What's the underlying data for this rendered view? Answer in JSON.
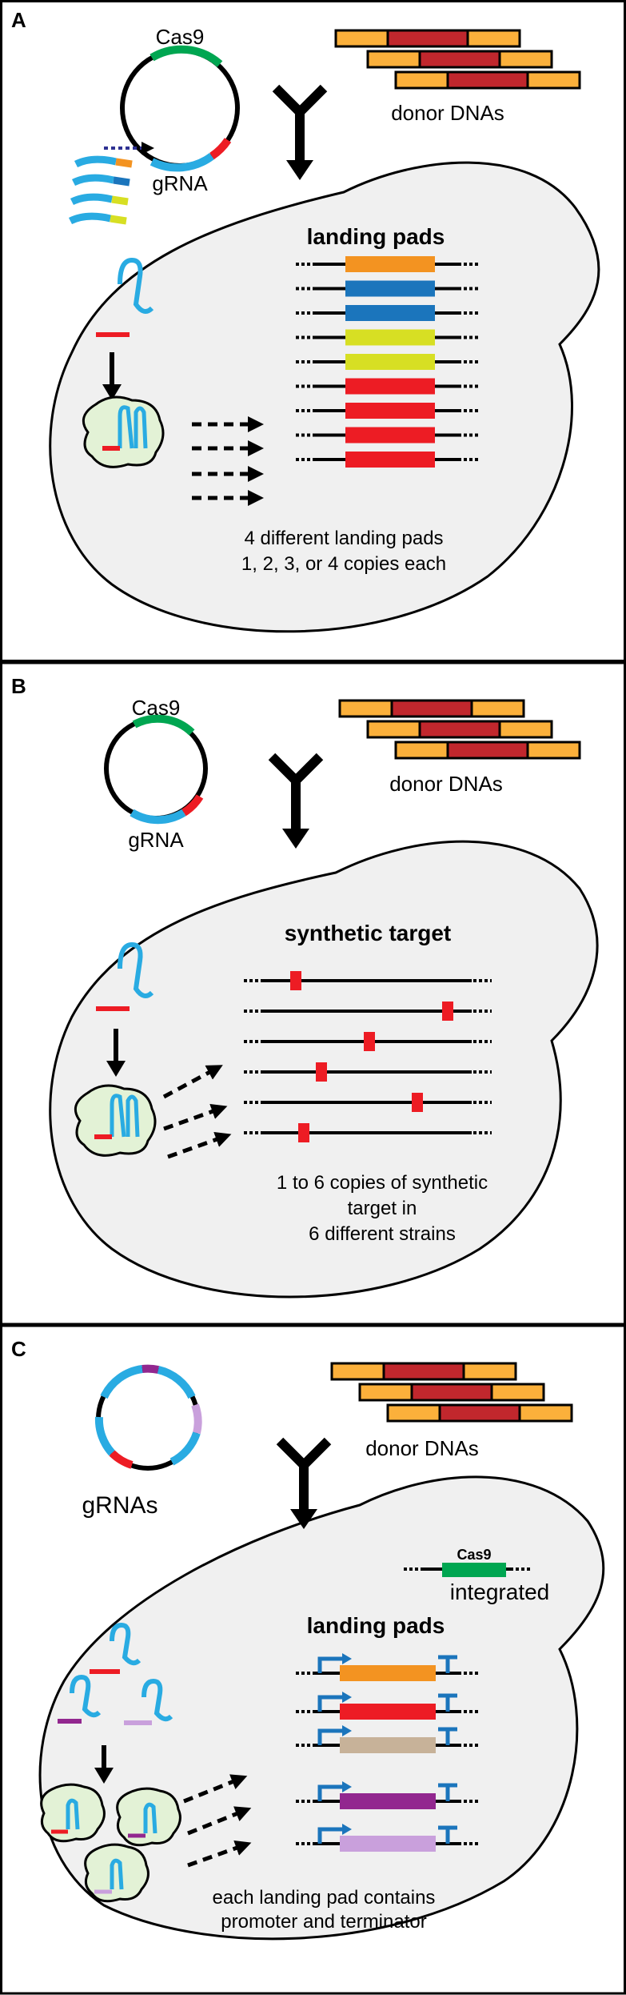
{
  "panels": [
    {
      "letter": "A",
      "plasmid_labels": [
        "Cas9",
        "gRNA"
      ],
      "donor_label": "donor DNAs",
      "inner_title": "landing pads",
      "caption": [
        "4 different landing pads",
        "1, 2, 3, or 4 copies each"
      ],
      "pad_colors": [
        "#f39321",
        "#1b75bc",
        "#1b75bc",
        "#d7df23",
        "#d7df23",
        "#ed1c24",
        "#ed1c24",
        "#ed1c24",
        "#ed1c24"
      ]
    },
    {
      "letter": "B",
      "plasmid_labels": [
        "Cas9",
        "gRNA"
      ],
      "donor_label": "donor DNAs",
      "inner_title": "synthetic target",
      "caption": [
        "1 to 6  copies of synthetic",
        "target in",
        "6 different strains"
      ]
    },
    {
      "letter": "C",
      "plasmid_label": "gRNAs",
      "donor_label": "donor DNAs",
      "cas9_label": "Cas9",
      "integrated_label": "integrated",
      "inner_title": "landing pads",
      "caption": [
        "each landing pad contains",
        "promoter and terminator"
      ],
      "pad_colors": [
        "#f39321",
        "#ed1c24",
        "#c7b299",
        "#92278f",
        "#c9a0dc"
      ]
    }
  ],
  "colors": {
    "cell_fill": "#f0f0f0",
    "cas9_green": "#00a651",
    "grna_blue": "#29abe2",
    "grna_red": "#ed1c24",
    "donor_orange": "#fbb03b",
    "donor_red": "#c1272d",
    "ribosome": "#e3f2d6"
  }
}
